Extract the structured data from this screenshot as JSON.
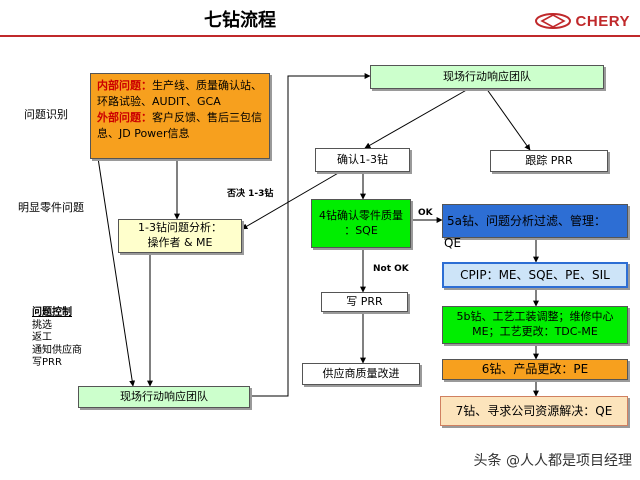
{
  "title": "七钻流程",
  "brand": {
    "logo_text": "CHERY",
    "logo_color": "#c0292b"
  },
  "side_labels": {
    "identify": "问题识别",
    "obvious_parts": "明显零件问题"
  },
  "problem_box": {
    "internal_label": "内部问题：",
    "internal_text": "生产线、质量确认站、环路试验、AUDIT、GCA",
    "external_label": "外部问题：",
    "external_text": "客户反馈、售后三包信息、JD Power信息"
  },
  "boxes": {
    "response_team_top": "现场行动响应团队",
    "confirm_1_3": "确认1-3钻",
    "track_prr": "跟踪 PRR",
    "analysis_line1": "1-3钻问题分析：",
    "analysis_line2": "操作者 & ME",
    "drill4_line1": "4钻确认零件质量",
    "drill4_line2": "：SQE",
    "drill5a": "5a钻、问题分析过滤、管理：",
    "drill5a_owner": "QE",
    "cpip": "CPIP：ME、SQE、PE、SIL",
    "drill5b": "5b钻、工艺工装调整；维修中心ME；工艺更改：TDC-ME",
    "drill6": "6钻、产品更改：PE",
    "drill7": "7钻、寻求公司资源解决：QE",
    "write_prr": "写 PRR",
    "supplier_improve": "供应商质量改进",
    "response_team_bottom": "现场行动响应团队"
  },
  "arrow_labels": {
    "no_1_3": "否决 1-3钻",
    "ok": "OK",
    "not_ok": "Not OK"
  },
  "control": {
    "heading": "问题控制",
    "items": [
      "挑选",
      "返工",
      "通知供应商",
      "写PRR"
    ]
  },
  "watermark": "头条 @人人都是项目经理",
  "colors": {
    "orange": "#f7a01e",
    "light_green": "#ccffcc",
    "pale_yellow": "#ffffcc",
    "green": "#00ee00",
    "blue": "#2d6ed4",
    "sky": "#cde4f8",
    "peach": "#fce4bc"
  }
}
